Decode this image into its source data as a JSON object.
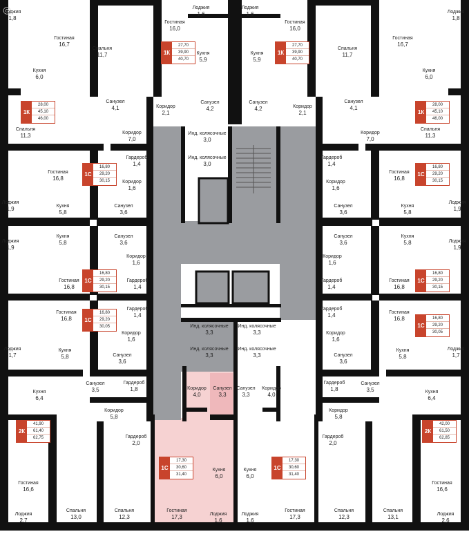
{
  "colors": {
    "wall": "#111111",
    "corridor": "#9a9ca0",
    "highlight": "#f6d2d2",
    "highlight_corridor": "#efb8bb",
    "accent": "#c8442c"
  },
  "cards": [
    {
      "id": "c-top-left-1k",
      "type": "1К",
      "values": [
        "27,70",
        "39,90",
        "40,70"
      ]
    },
    {
      "id": "c-top-right-1k",
      "type": "1К",
      "values": [
        "27,70",
        "39,90",
        "40,70"
      ]
    },
    {
      "id": "c-left-1k",
      "type": "1К",
      "values": [
        "28,00",
        "45,10",
        "46,00"
      ]
    },
    {
      "id": "c-right-1k",
      "type": "1К",
      "values": [
        "28,00",
        "45,10",
        "46,00"
      ]
    },
    {
      "id": "c-l1",
      "type": "1С",
      "values": [
        "16,80",
        "29,20",
        "30,15"
      ]
    },
    {
      "id": "c-r1",
      "type": "1С",
      "values": [
        "16,80",
        "29,20",
        "30,15"
      ]
    },
    {
      "id": "c-l2",
      "type": "1С",
      "values": [
        "16,80",
        "29,20",
        "30,15"
      ]
    },
    {
      "id": "c-r2",
      "type": "1С",
      "values": [
        "16,80",
        "29,20",
        "30,15"
      ]
    },
    {
      "id": "c-l3",
      "type": "1С",
      "values": [
        "16,80",
        "29,20",
        "30,05"
      ]
    },
    {
      "id": "c-r3",
      "type": "1С",
      "values": [
        "16,80",
        "29,20",
        "30,05"
      ]
    },
    {
      "id": "c-l2k",
      "type": "2К",
      "values": [
        "41,90",
        "61,40",
        "62,75"
      ]
    },
    {
      "id": "c-r2k",
      "type": "2К",
      "values": [
        "42,00",
        "61,50",
        "62,85"
      ]
    },
    {
      "id": "c-hl",
      "type": "1С",
      "values": [
        "17,30",
        "30,60",
        "31,40"
      ]
    },
    {
      "id": "c-br",
      "type": "1С",
      "values": [
        "17,30",
        "30,60",
        "31,40"
      ]
    }
  ],
  "rooms": [
    {
      "id": "r1",
      "name": "Лоджия",
      "area": "1,8"
    },
    {
      "id": "r2",
      "name": "Лоджия",
      "area": "1,6"
    },
    {
      "id": "r3",
      "name": "Лоджия",
      "area": "1,6"
    },
    {
      "id": "r4",
      "name": "Лоджия",
      "area": "1,8"
    },
    {
      "id": "r5",
      "name": "Гостиная",
      "area": "16,0"
    },
    {
      "id": "r6",
      "name": "Гостиная",
      "area": "16,0"
    },
    {
      "id": "r7",
      "name": "Гостиная",
      "area": "16,7"
    },
    {
      "id": "r8",
      "name": "Гостиная",
      "area": "16,7"
    },
    {
      "id": "r9",
      "name": "Спальня",
      "area": "11,7"
    },
    {
      "id": "r10",
      "name": "Спальня",
      "area": "11,7"
    },
    {
      "id": "r11",
      "name": "Кухня",
      "area": "5,9"
    },
    {
      "id": "r12",
      "name": "Кухня",
      "area": "5,9"
    },
    {
      "id": "r13",
      "name": "Кухня",
      "area": "6,0"
    },
    {
      "id": "r14",
      "name": "Кухня",
      "area": "6,0"
    },
    {
      "id": "r15",
      "name": "Санузел",
      "area": "4,1"
    },
    {
      "id": "r16",
      "name": "Санузел",
      "area": "4,1"
    },
    {
      "id": "r17",
      "name": "Санузел",
      "area": "4,2"
    },
    {
      "id": "r18",
      "name": "Санузел",
      "area": "4,2"
    },
    {
      "id": "r19",
      "name": "Коридор",
      "area": "2,1"
    },
    {
      "id": "r20",
      "name": "Коридор",
      "area": "2,1"
    },
    {
      "id": "r21",
      "name": "Коридор",
      "area": "7,0"
    },
    {
      "id": "r22",
      "name": "Коридор",
      "area": "7,0"
    },
    {
      "id": "r23",
      "name": "Спальня",
      "area": "11,3"
    },
    {
      "id": "r24",
      "name": "Спальня",
      "area": "11,3"
    },
    {
      "id": "r25",
      "name": "Инд. колясочные",
      "area": "3,0"
    },
    {
      "id": "r26",
      "name": "Инд. колясочные",
      "area": "3,0"
    },
    {
      "id": "r27",
      "name": "Гардероб",
      "area": "1,4"
    },
    {
      "id": "r28",
      "name": "Гардероб",
      "area": "1,4"
    },
    {
      "id": "r29",
      "name": "Гостиная",
      "area": "16,8"
    },
    {
      "id": "r30",
      "name": "Гостиная",
      "area": "16,8"
    },
    {
      "id": "r31",
      "name": "Коридор",
      "area": "1,6"
    },
    {
      "id": "r32",
      "name": "Коридор",
      "area": "1,6"
    },
    {
      "id": "r33",
      "name": "Лоджия",
      "area": "1,9"
    },
    {
      "id": "r34",
      "name": "Лоджия",
      "area": "1,9"
    },
    {
      "id": "r35",
      "name": "Кухня",
      "area": "5,8"
    },
    {
      "id": "r36",
      "name": "Кухня",
      "area": "5,8"
    },
    {
      "id": "r37",
      "name": "Санузел",
      "area": "3,6"
    },
    {
      "id": "r38",
      "name": "Санузел",
      "area": "3,6"
    },
    {
      "id": "r39",
      "name": "Лоджия",
      "area": "1,9"
    },
    {
      "id": "r40",
      "name": "Лоджия",
      "area": "1,9"
    },
    {
      "id": "r41",
      "name": "Кухня",
      "area": "5,8"
    },
    {
      "id": "r42",
      "name": "Кухня",
      "area": "5,8"
    },
    {
      "id": "r43",
      "name": "Санузел",
      "area": "3,6"
    },
    {
      "id": "r44",
      "name": "Санузел",
      "area": "3,6"
    },
    {
      "id": "r45",
      "name": "Коридор",
      "area": "1,6"
    },
    {
      "id": "r46",
      "name": "Коридор",
      "area": "1,6"
    },
    {
      "id": "r47",
      "name": "Гостиная",
      "area": "16,8"
    },
    {
      "id": "r48",
      "name": "Гостиная",
      "area": "16,8"
    },
    {
      "id": "r49",
      "name": "Гардероб",
      "area": "1,4"
    },
    {
      "id": "r50",
      "name": "Гардероб",
      "area": "1,4"
    },
    {
      "id": "r51",
      "name": "Гардероб",
      "area": "1,4"
    },
    {
      "id": "r52",
      "name": "Гардероб",
      "area": "1,4"
    },
    {
      "id": "r53",
      "name": "Гостиная",
      "area": "16,8"
    },
    {
      "id": "r54",
      "name": "Гостиная",
      "area": "16,8"
    },
    {
      "id": "r55",
      "name": "Коридор",
      "area": "1,6"
    },
    {
      "id": "r56",
      "name": "Коридор",
      "area": "1,6"
    },
    {
      "id": "r57",
      "name": "Инд. колясочные",
      "area": "3,3"
    },
    {
      "id": "r58",
      "name": "Инд. колясочные",
      "area": "3,3"
    },
    {
      "id": "r59",
      "name": "Инд. колясочные",
      "area": "3,3"
    },
    {
      "id": "r60",
      "name": "Инд. колясочные",
      "area": "3,3"
    },
    {
      "id": "r61",
      "name": "Лоджия",
      "area": "1,7"
    },
    {
      "id": "r62",
      "name": "Лоджия",
      "area": "1,7"
    },
    {
      "id": "r63",
      "name": "Кухня",
      "area": "5,8"
    },
    {
      "id": "r64",
      "name": "Кухня",
      "area": "5,8"
    },
    {
      "id": "r65",
      "name": "Санузел",
      "area": "3,6"
    },
    {
      "id": "r66",
      "name": "Санузел",
      "area": "3,6"
    },
    {
      "id": "r67",
      "name": "Кухня",
      "area": "6,4"
    },
    {
      "id": "r68",
      "name": "Кухня",
      "area": "6,4"
    },
    {
      "id": "r69",
      "name": "Санузел",
      "area": "3,5"
    },
    {
      "id": "r70",
      "name": "Санузел",
      "area": "3,5"
    },
    {
      "id": "r71",
      "name": "Гардероб",
      "area": "1,8"
    },
    {
      "id": "r72",
      "name": "Гардероб",
      "area": "1,8"
    },
    {
      "id": "r73",
      "name": "Коридор",
      "area": "5,8"
    },
    {
      "id": "r74",
      "name": "Коридор",
      "area": "5,8"
    },
    {
      "id": "r75",
      "name": "Гардероб",
      "area": "2,0"
    },
    {
      "id": "r76",
      "name": "Гардероб",
      "area": "2,0"
    },
    {
      "id": "r77",
      "name": "Коридор",
      "area": "4,0"
    },
    {
      "id": "r78",
      "name": "Санузел",
      "area": "3,3"
    },
    {
      "id": "r79",
      "name": "Санузел",
      "area": "3,3"
    },
    {
      "id": "r80",
      "name": "Коридор",
      "area": "4,0"
    },
    {
      "id": "r81",
      "name": "Кухня",
      "area": "6,0"
    },
    {
      "id": "r82",
      "name": "Кухня",
      "area": "6,0"
    },
    {
      "id": "r83",
      "name": "Гостиная",
      "area": "16,6"
    },
    {
      "id": "r84",
      "name": "Гостиная",
      "area": "16,6"
    },
    {
      "id": "r85",
      "name": "Лоджия",
      "area": "2,7"
    },
    {
      "id": "r86",
      "name": "Лоджия",
      "area": "2,6"
    },
    {
      "id": "r87",
      "name": "Спальня",
      "area": "13,0"
    },
    {
      "id": "r88",
      "name": "Спальня",
      "area": "13,1"
    },
    {
      "id": "r89",
      "name": "Спальня",
      "area": "12,3"
    },
    {
      "id": "r90",
      "name": "Спальня",
      "area": "12,3"
    },
    {
      "id": "r91",
      "name": "Гостиная",
      "area": "17,3"
    },
    {
      "id": "r92",
      "name": "Гостиная",
      "area": "17,3"
    },
    {
      "id": "r93",
      "name": "Лоджия",
      "area": "1,6"
    },
    {
      "id": "r94",
      "name": "Лоджия",
      "area": "1,6"
    }
  ]
}
